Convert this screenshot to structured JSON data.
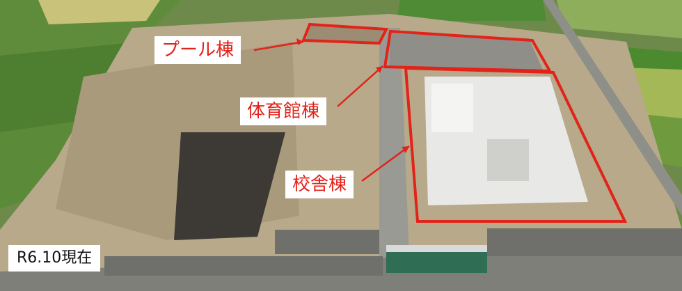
{
  "labels": {
    "pool": "プール棟",
    "gym": "体育館棟",
    "school": "校舎棟"
  },
  "caption": "R6.10現在",
  "colors": {
    "outline": "#e2231a",
    "label_bg": "#ffffff"
  }
}
